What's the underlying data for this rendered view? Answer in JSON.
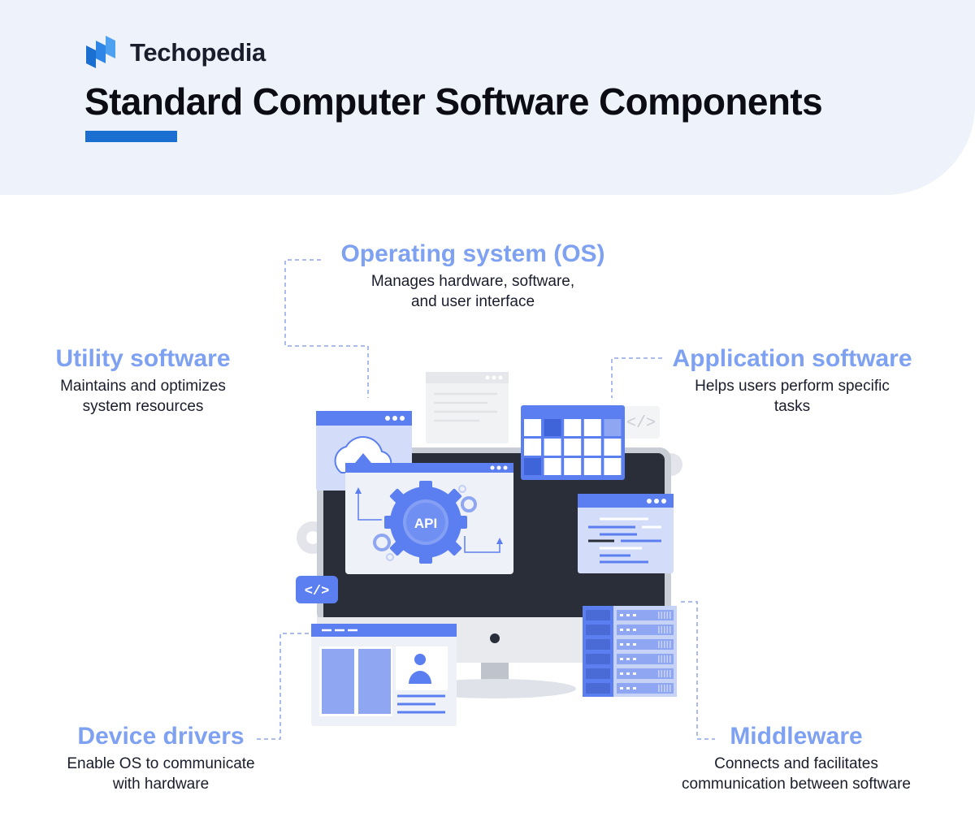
{
  "brand": {
    "name": "Techopedia"
  },
  "title": "Standard Computer Software Components",
  "components": {
    "os": {
      "heading": "Operating system (OS)",
      "line1": "Manages hardware, software,",
      "line2": "and user interface"
    },
    "utility": {
      "heading": "Utility software",
      "line1": "Maintains and optimizes",
      "line2": "system resources"
    },
    "application": {
      "heading": "Application software",
      "line1": "Helps users perform specific",
      "line2": "tasks"
    },
    "drivers": {
      "heading": "Device drivers",
      "line1": "Enable OS to communicate",
      "line2": "with hardware"
    },
    "middleware": {
      "heading": "Middleware",
      "line1": "Connects and facilitates",
      "line2": "communication between software"
    }
  },
  "illustration": {
    "api_label": "API",
    "code_tag": "</>"
  },
  "colors": {
    "accent_blue": "#1a6fd1",
    "label_blue": "#7fa1f2",
    "illus_blue": "#5b7ff0",
    "screen_dark": "#2a2e38",
    "header_bg": "#eef2fa"
  }
}
